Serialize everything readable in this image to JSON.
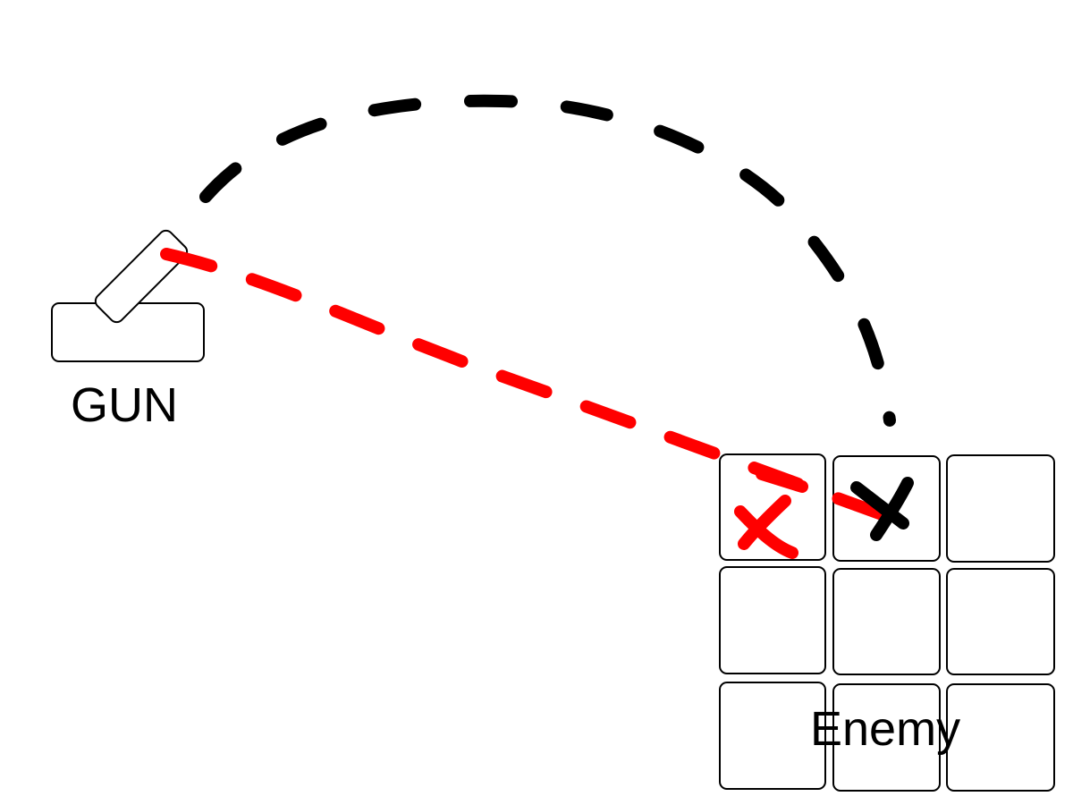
{
  "labels": {
    "gun": "GUN",
    "enemy": "Enemy"
  },
  "colors": {
    "high_arc": "#000000",
    "direct_line": "#ff0000",
    "outline": "#000000",
    "background": "#ffffff"
  },
  "enemy_grid": {
    "rows": 3,
    "cols": 3
  },
  "markers": [
    {
      "name": "black-x-mark",
      "color": "#000000",
      "row": 0,
      "col": 1
    },
    {
      "name": "red-x-mark",
      "color": "#ff0000",
      "row": 0,
      "col": 0
    }
  ]
}
